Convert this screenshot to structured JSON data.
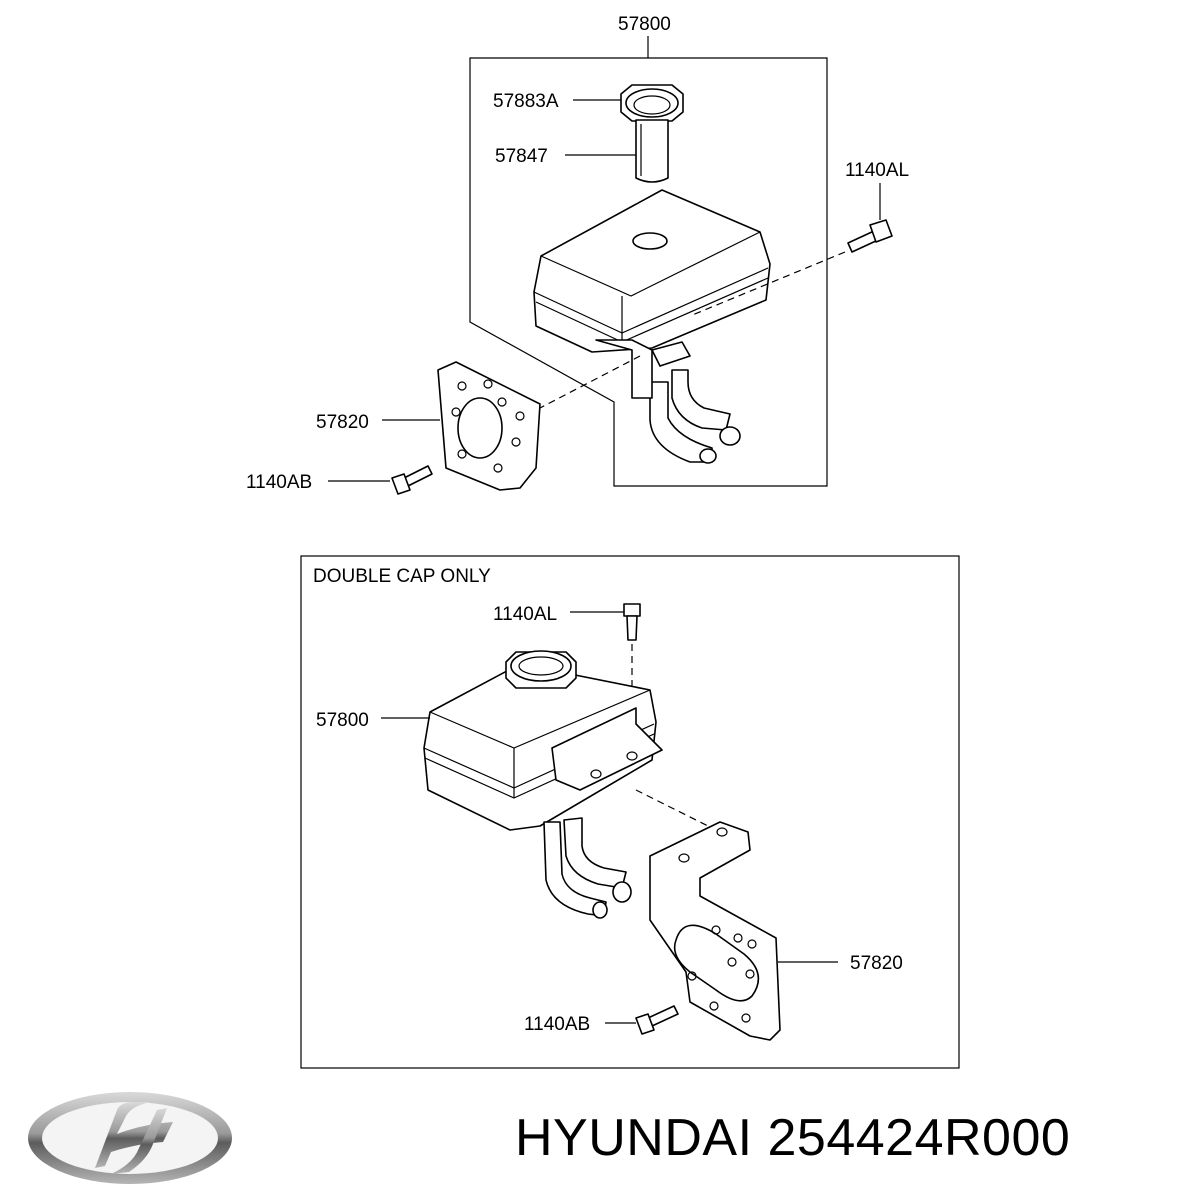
{
  "top_section": {
    "assembly_label": "57800",
    "labels": {
      "cap": "57883A",
      "strainer": "57847",
      "bolt_upper": "1140AL",
      "bracket": "57820",
      "bolt_lower": "1140AB"
    }
  },
  "bottom_section": {
    "caption": "DOUBLE CAP ONLY",
    "labels": {
      "bolt_upper": "1140AL",
      "reservoir": "57800",
      "bracket": "57820",
      "bolt_lower": "1140AB"
    }
  },
  "footer": {
    "brand": "HYUNDAI",
    "part_number": "254424R000",
    "text": "HYUNDAI 254424R000"
  },
  "icons": {
    "logo": "hyundai-logo-icon"
  }
}
